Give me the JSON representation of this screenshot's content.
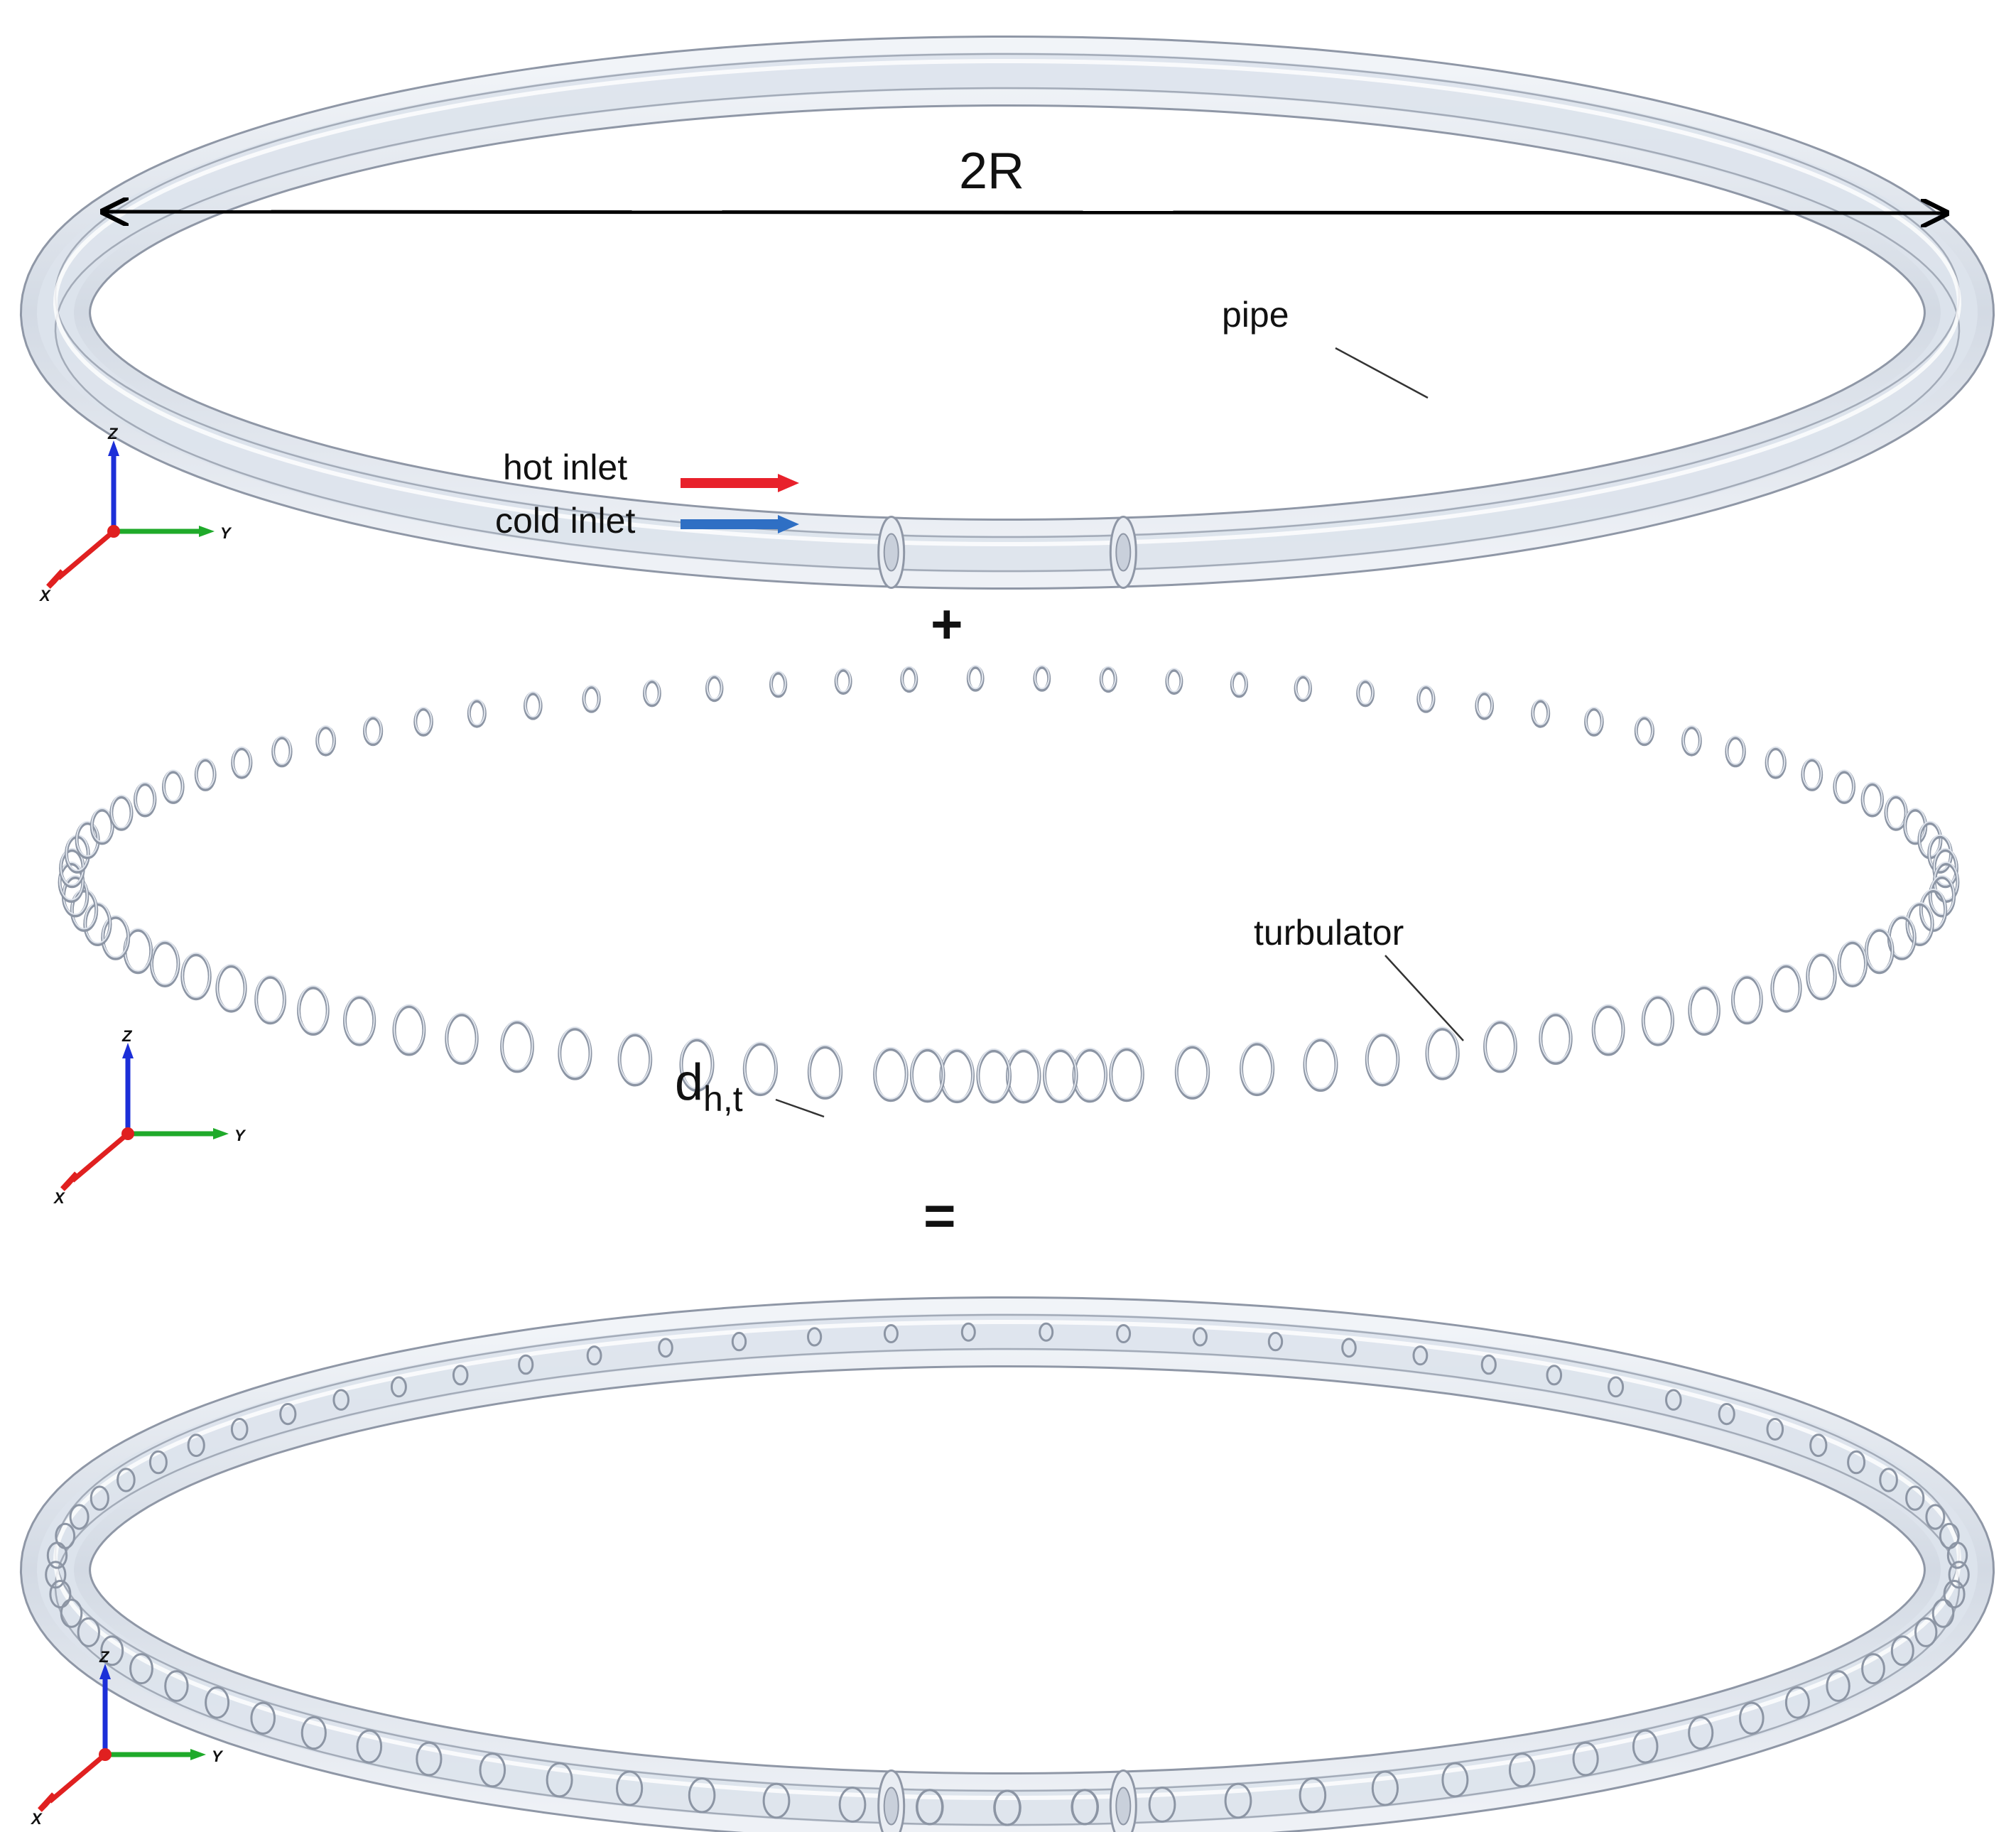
{
  "colors": {
    "hot_arrow": "#e8212b",
    "cold_arrow": "#2f6fc4",
    "axis_x": "#e02020",
    "axis_y": "#1faa2a",
    "axis_z": "#1c2fd8",
    "pipe_edge": "#8f97a6",
    "pipe_fill": "#dde3ec",
    "coil": "#8c95a4"
  },
  "top_panel": {
    "dimension_label": "2R",
    "pipe_label": "pipe",
    "hot_inlet_label": "hot inlet",
    "cold_inlet_label": "cold inlet"
  },
  "operators": {
    "plus": "+",
    "equals": "="
  },
  "middle_panel": {
    "turbulator_label": "turbulator",
    "diameter_label_main": "d",
    "diameter_label_sub": "h,t"
  },
  "axes": {
    "x_label": "X",
    "y_label": "Y",
    "z_label": "Z"
  },
  "icons": [
    "coordinate-axes-icon",
    "flow-arrow-icon"
  ]
}
